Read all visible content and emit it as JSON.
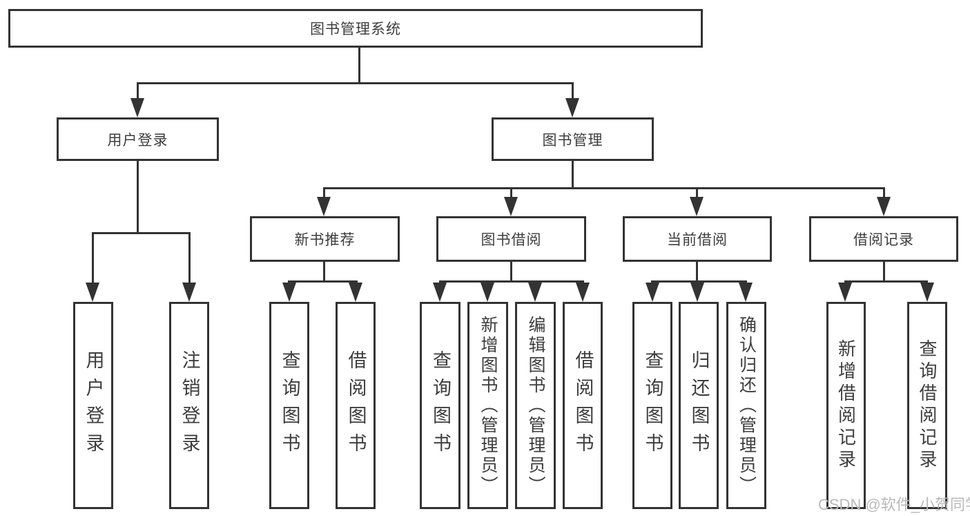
{
  "diagram": {
    "root": {
      "label": "图书管理系统"
    },
    "level2": [
      {
        "label": "用户登录"
      },
      {
        "label": "图书管理"
      }
    ],
    "user_login_children": [
      {
        "label": "用户登录"
      },
      {
        "label": "注销登录"
      }
    ],
    "modules": [
      {
        "label": "新书推荐",
        "children": [
          "查询图书",
          "借阅图书"
        ]
      },
      {
        "label": "图书借阅",
        "children": [
          "查询图书",
          "新增图书（管理员）",
          "编辑图书（管理员）",
          "借阅图书"
        ]
      },
      {
        "label": "当前借阅",
        "children": [
          "查询图书",
          "归还图书",
          "确认归还（管理员）"
        ]
      },
      {
        "label": "借阅记录",
        "children": [
          "新增借阅记录",
          "查询借阅记录"
        ]
      }
    ]
  },
  "watermark": {
    "text": "CSDN @软件_小贺同学"
  },
  "colors": {
    "line": "#333333",
    "box_border": "#333333",
    "text": "#3d3d3d",
    "watermark": "#b9b9b9",
    "background": "#ffffff"
  }
}
